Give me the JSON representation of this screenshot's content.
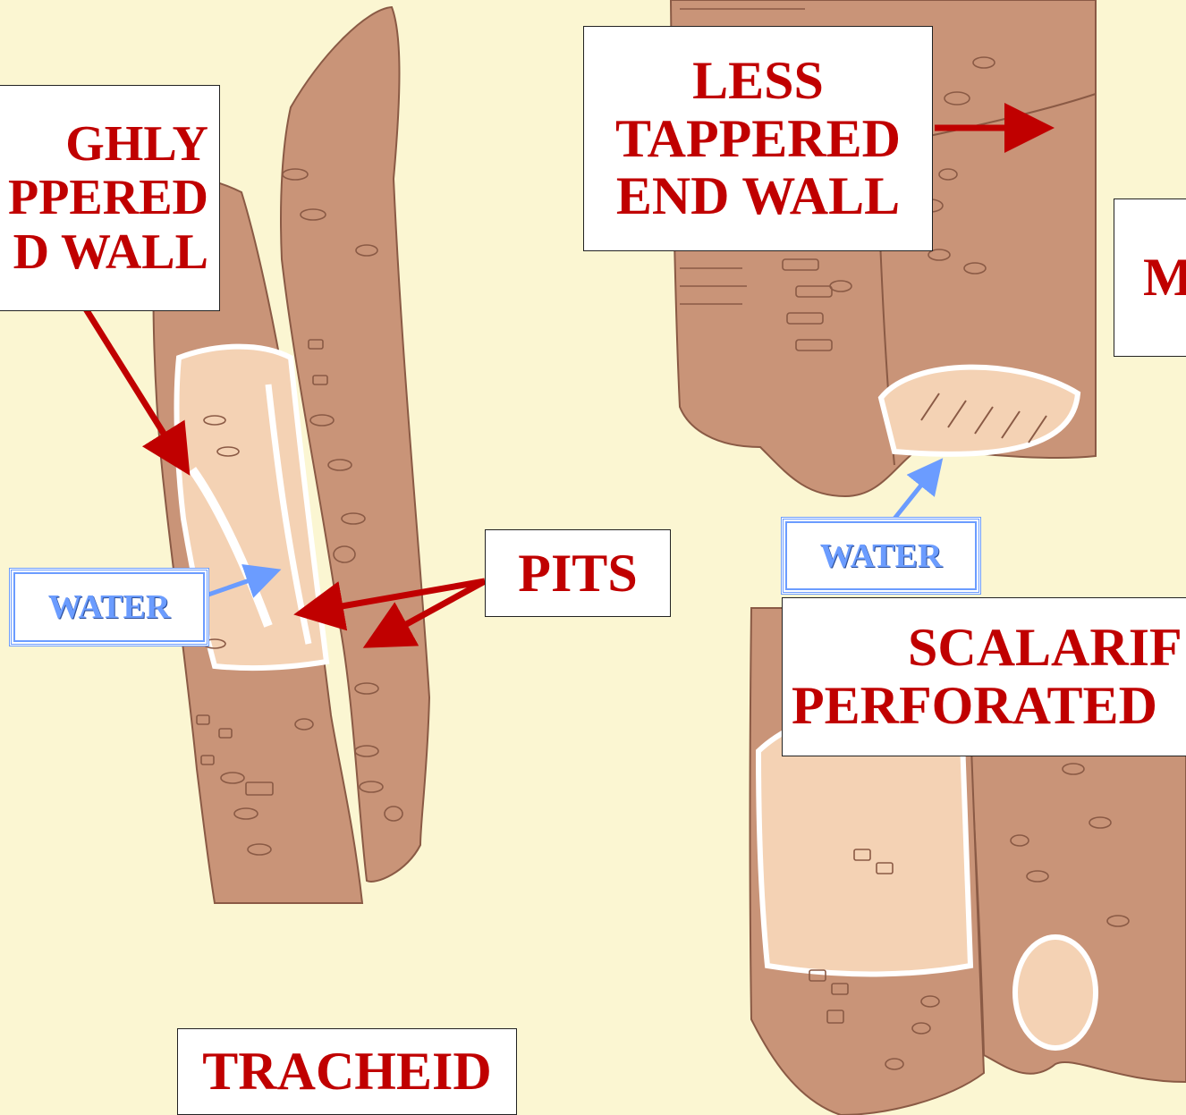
{
  "labels": {
    "highly_tappered": [
      "GHLY",
      "PPERED",
      "D WALL"
    ],
    "less_tappered": [
      "LESS",
      "TAPPERED",
      "END WALL"
    ],
    "right_partial": [
      "",
      "M"
    ],
    "pits": "PITS",
    "water_left": "WATER",
    "water_right": "WATER",
    "scalariform": [
      "SCALARIF",
      "PERFORATED"
    ],
    "tracheid": "TRACHEID"
  },
  "colors": {
    "background": "#fbf6d2",
    "cell": "#c99478",
    "cell_dark": "#8a5a45",
    "lumen": "#f4d2b4",
    "label_text": "#c00000",
    "arrow_red": "#c00000",
    "water_blue": "#6b9cff"
  }
}
